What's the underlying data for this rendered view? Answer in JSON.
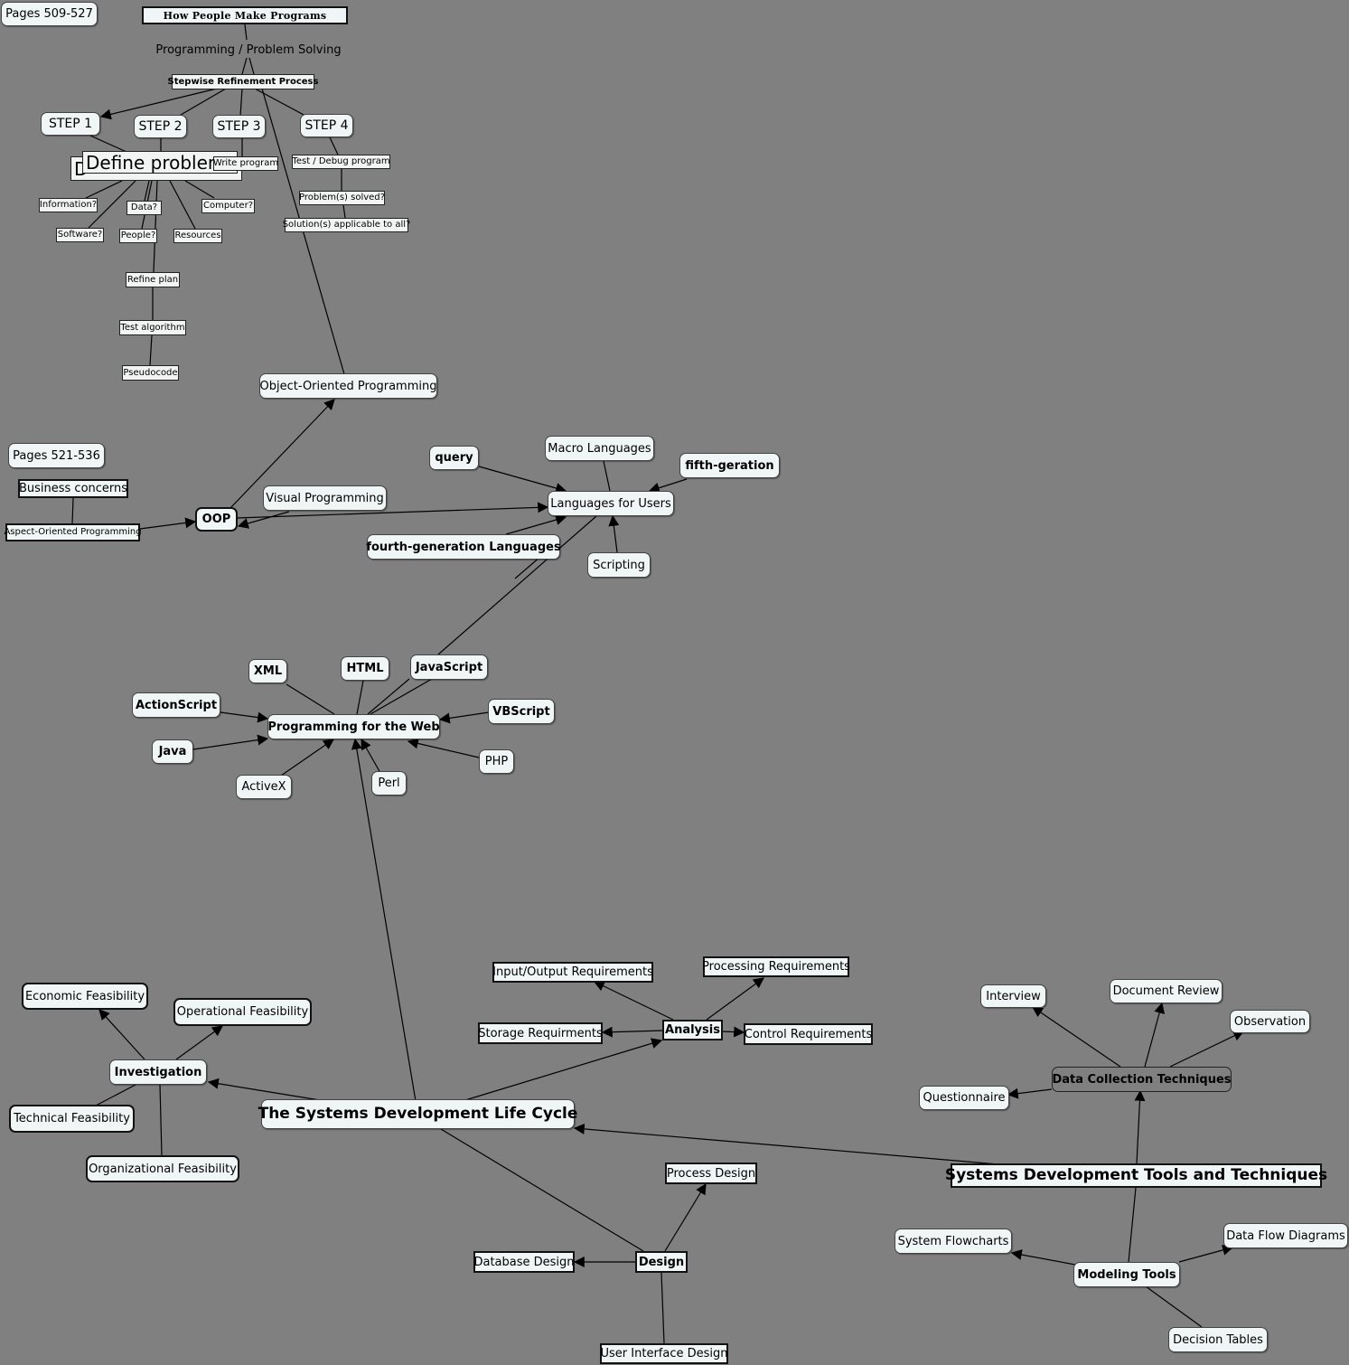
{
  "nodes": {
    "pages_509": "Pages 509-527",
    "how_people": "How People Make Programs",
    "prog_problem": "Programming / Problem Solving",
    "stepwise": "Stepwise Refinement Process",
    "step1": "STEP 1",
    "step2": "STEP 2",
    "step3": "STEP 3",
    "step4": "STEP 4",
    "define_problem": "Define problem",
    "define_behind": "D",
    "write_program": "Write program",
    "test_debug": "Test / Debug program",
    "problems_solved": "Problem(s) solved?",
    "solutions_applicable": "Solution(s) applicable to all?",
    "information": "Information?",
    "data_q": "Data?",
    "computer_q": "Computer?",
    "software_q": "Software?",
    "people_q": "People?",
    "resources": "Resources",
    "refine_plan": "Refine plan",
    "test_algorithm": "Test algorithm",
    "pseudocode": "Pseudocode",
    "oop_full": "Object-Oriented Programming",
    "pages_521": "Pages 521-536",
    "business_concerns": "Business concerns",
    "aspect_oriented": "Aspect-Oriented Programming",
    "oop": "OOP",
    "visual_programming": "Visual Programming",
    "query": "query",
    "macro_languages": "Macro Languages",
    "fifth_gen": "fifth-geration",
    "languages_users": "Languages for Users",
    "fourth_gen": "fourth-generation Languages",
    "scripting": "Scripting",
    "xml": "XML",
    "html": "HTML",
    "javascript": "JavaScript",
    "actionscript": "ActionScript",
    "vbscript": "VBScript",
    "prog_web": "Programming for the Web",
    "java": "Java",
    "php": "PHP",
    "perl": "Perl",
    "activex": "ActiveX",
    "io_req": "Input/Output Requirements",
    "processing_req": "Processing Requirements",
    "storage_req": "Storage Requirments",
    "analysis": "Analysis",
    "control_req": "Control Requirements",
    "economic": "Economic Feasibility",
    "operational": "Operational Feasibility",
    "investigation": "Investigation",
    "technical": "Technical Feasibility",
    "organizational": "Organizational Feasibility",
    "sdlc": "The Systems Development Life Cycle",
    "interview": "Interview",
    "document_review": "Document Review",
    "observation": "Observation",
    "questionnaire": "Questionnaire",
    "data_collection": "Data Collection Techniques",
    "sd_tools": "Systems Development Tools and Techniques",
    "process_design": "Process Design",
    "database_design": "Database Design",
    "design": "Design",
    "ui_design": "User Interface Design",
    "system_flowcharts": "System Flowcharts",
    "data_flow": "Data Flow Diagrams",
    "modeling_tools": "Modeling Tools",
    "decision_tables": "Decision Tables"
  },
  "colors": {
    "background": "#808080",
    "node_fill": "#f0f6f6",
    "line": "#000000"
  }
}
